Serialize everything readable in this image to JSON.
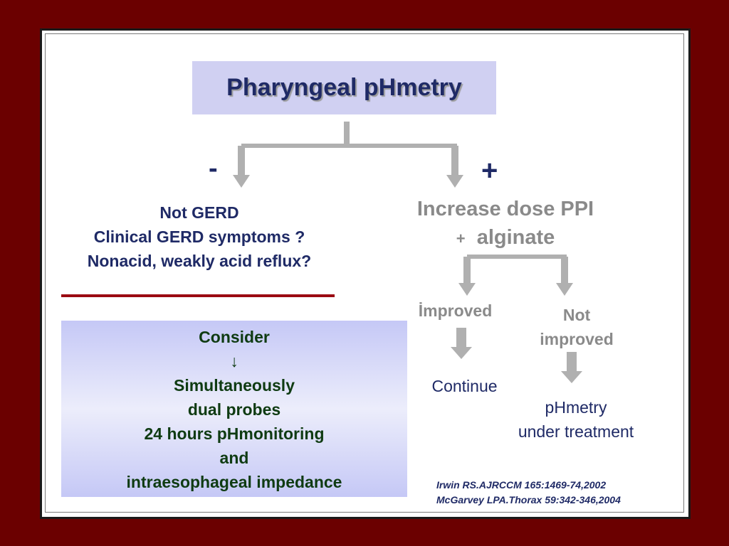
{
  "title": "Pharyngeal pHmetry",
  "branches": {
    "negative_sign": "-",
    "positive_sign": "+"
  },
  "negative": {
    "lines": [
      "Not GERD",
      "Clinical GERD symptoms ?",
      "Nonacid, weakly acid reflux?"
    ]
  },
  "positive": {
    "line1": "Increase dose  PPI",
    "line2_plus": "+",
    "line2_text": "alginate"
  },
  "consider_box": {
    "heading": "Consider",
    "arrow": "↓",
    "lines": [
      "Simultaneously",
      "dual probes",
      "24 hours pHmonitoring",
      "and",
      "intraesophageal impedance"
    ]
  },
  "outcomes": {
    "improved_label": "İmproved",
    "not_improved_lines": [
      "Not",
      "improved"
    ],
    "improved_action": "Continue",
    "not_improved_action_lines": [
      "pHmetry",
      "under treatment"
    ]
  },
  "references": [
    "Irwin RS.AJRCCM 165:1469-74,2002",
    "McGarvey LPA.Thorax 59:342-346,2004"
  ],
  "colors": {
    "background": "#6b0000",
    "title_box": "#d0d0f2",
    "navy_text": "#1f2a66",
    "gray_text": "#8a8a8a",
    "green_text": "#0f3b12",
    "arrow_gray": "#b0b0b0",
    "divider_red": "#9b0a12"
  }
}
